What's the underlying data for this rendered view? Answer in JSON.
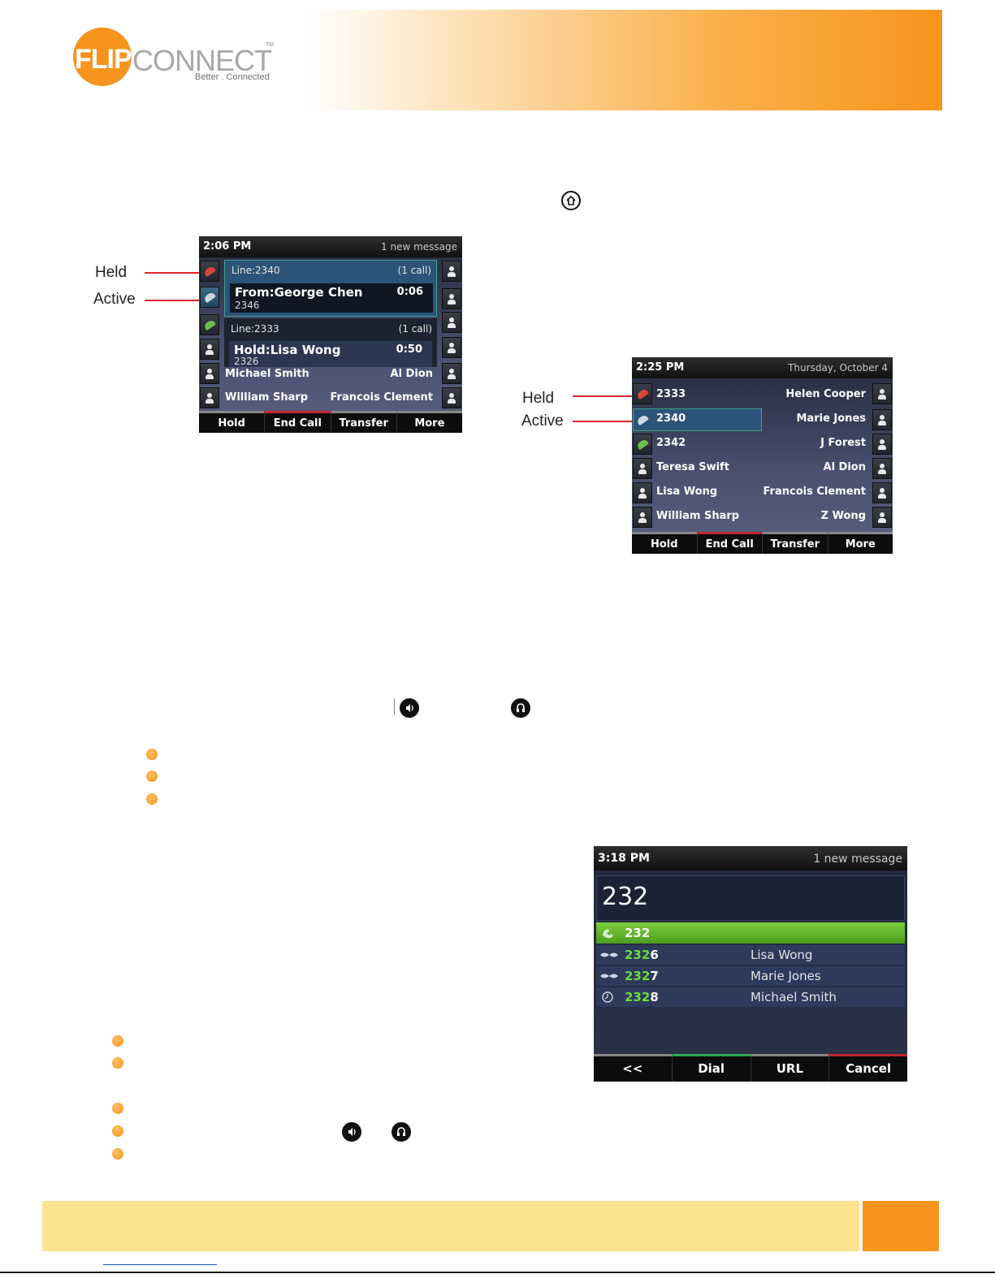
{
  "logo": {
    "flip": "FLIP",
    "connect": "CONNECT",
    "tagline": "Better . Connected",
    "tm": "TM"
  },
  "icons": {
    "home": "home-icon",
    "speaker": "speakerphone-icon",
    "headset": "headset-icon",
    "bullet": "orange-bullet"
  },
  "colors": {
    "brand_orange": "#f7941d",
    "footer_yellow": "#fde28f",
    "callout_red": "#d9262e",
    "screen_dark": "#1c1f2b",
    "dial_green": "#5ab52c"
  },
  "screen1": {
    "time": "2:06 PM",
    "status": "1 new message",
    "line1": {
      "label": "Line:2340",
      "count": "(1 call)",
      "caller": "From:George Chen",
      "number": "2346",
      "duration": "0:06"
    },
    "line2": {
      "label": "Line:2333",
      "count": "(1 call)",
      "caller": "Hold:Lisa Wong",
      "number": "2326",
      "duration": "0:50"
    },
    "left_names": [
      "Michael Smith",
      "William Sharp"
    ],
    "right_names": [
      "Al Dion",
      "Francois Clement"
    ],
    "softkeys": [
      "Hold",
      "End Call",
      "Transfer",
      "More"
    ],
    "callouts": {
      "held": "Held",
      "active": "Active"
    }
  },
  "screen2": {
    "time": "2:25 PM",
    "date": "Thursday, October 4",
    "rows": [
      {
        "left": "2333",
        "right": "Helen Cooper"
      },
      {
        "left": "2340",
        "right": "Marie Jones"
      },
      {
        "left": "2342",
        "right": "J Forest"
      },
      {
        "left": "Teresa Swift",
        "right": "Al Dion"
      },
      {
        "left": "Lisa Wong",
        "right": "Francois Clement"
      },
      {
        "left": "William Sharp",
        "right": "Z Wong"
      }
    ],
    "softkeys": [
      "Hold",
      "End Call",
      "Transfer",
      "More"
    ],
    "callouts": {
      "held": "Held",
      "active": "Active"
    }
  },
  "screen3": {
    "time": "3:18 PM",
    "status": "1 new message",
    "entry": "232",
    "highlight": "232",
    "results": [
      {
        "match": "232",
        "rest": "6",
        "name": "Lisa Wong"
      },
      {
        "match": "232",
        "rest": "7",
        "name": "Marie Jones"
      },
      {
        "match": "232",
        "rest": "8",
        "name": "Michael Smith"
      }
    ],
    "softkeys": [
      "<<",
      "Dial",
      "URL",
      "Cancel"
    ]
  }
}
